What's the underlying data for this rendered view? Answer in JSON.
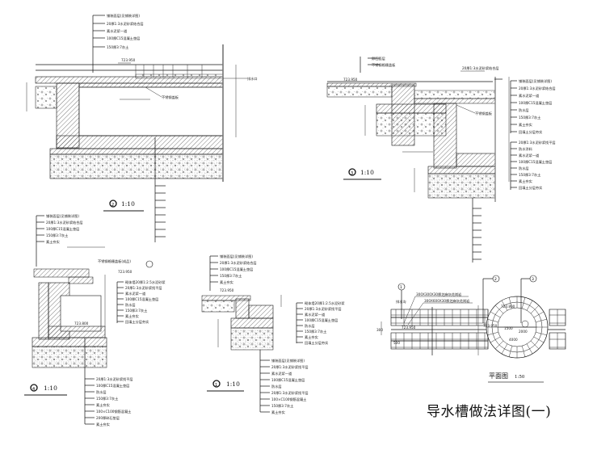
{
  "drawing_title": "导水槽做法详图(一)",
  "sections": [
    {
      "id": "section-2",
      "number": "2",
      "scale": "1:10",
      "elevation_mark": "723.950",
      "callout_top": [
        "铺装面层(见铺装详图)",
        "20厚1:3水泥砂浆结合层",
        "素水泥浆一道",
        "100厚C15混凝土垫层",
        "150厚3:7灰土"
      ],
      "side_note": "排水口",
      "drain_label": "不锈钢盖板"
    },
    {
      "id": "section-3",
      "number": "3",
      "scale": "1:10",
      "elevation_mark": "723.950",
      "callout_top": [
        "卵石面层",
        "不锈钢格栅盖板",
        "20厚1:3水泥砂浆结合层"
      ],
      "callout_right": [
        "铺装面层(见铺装详图)",
        "20厚1:3水泥砂浆结合层",
        "素水泥浆一道",
        "100厚C15混凝土垫层",
        "防水层",
        "150厚3:7灰土",
        "素土夯实",
        "回填土分层夯实"
      ],
      "callout_bottom": [
        "20厚1:3水泥砂浆找平层",
        "防水涂料",
        "素水泥浆一道",
        "100厚C15混凝土垫层",
        "防水层",
        "150厚3:7灰土",
        "素土夯实",
        "回填土分层夯实"
      ]
    },
    {
      "id": "section-4",
      "number": "4",
      "scale": "1:10",
      "elevation_mark": "723.950",
      "bottom_mark": "723.800",
      "callout_top": [
        "铺装面层(见铺装详图)",
        "20厚1:3水泥砂浆结合层",
        "100厚C15混凝土垫层",
        "150厚3:7灰土",
        "素土夯实"
      ],
      "side_note": "不锈钢格栅盖板(成品)",
      "callout_right": [
        "砌体墙20厚1:2.5水泥砂浆",
        "20厚1:3水泥砂浆找平层",
        "素水泥浆一道",
        "100厚C15混凝土垫层",
        "防水层",
        "150厚3:7灰土",
        "素土夯实",
        "回填土分层夯实"
      ],
      "callout_bottom": [
        "20厚1:3水泥砂浆找平层",
        "100厚C15混凝土垫层",
        "防水层",
        "150厚3:7灰土",
        "素土夯实",
        "100×C100钢筋混凝土",
        "200厚碎石垫层",
        "素土夯实"
      ]
    },
    {
      "id": "section-1",
      "number": "1",
      "scale": "1:10",
      "elevation_mark": "723.950",
      "callout_top": [
        "铺装面层(见铺装详图)",
        "20厚1:3水泥砂浆结合层",
        "100厚C15混凝土垫层",
        "150厚3:7灰土",
        "素土夯实"
      ],
      "callout_right": [
        "砌体墙20厚1:2.5水泥砂浆",
        "20厚1:3水泥砂浆找平层",
        "素水泥浆一道",
        "100厚C15混凝土垫层",
        "防水层",
        "150厚3:7灰土",
        "素土夯实",
        "回填土分层夯实"
      ],
      "callout_bottom": [
        "铺装面层(见铺装详图)",
        "20厚1:3水泥砂浆找平层",
        "素水泥浆一道",
        "100厚C15混凝土垫层",
        "防水层",
        "20厚1:3水泥砂浆找平层",
        "100×C100钢筋混凝土",
        "150厚3:7灰土",
        "素土夯实"
      ]
    }
  ],
  "plan": {
    "title": "平面图",
    "scale": "1:50",
    "callouts": [
      "1",
      "2",
      "3"
    ],
    "labels": [
      "排水沟",
      "300X300X30厚芝麻灰花岗岩",
      "300X600X30厚芝麻灰花岗岩",
      "723.950",
      "723.950",
      "723.800"
    ],
    "dims": [
      "300",
      "500",
      "2000",
      "4000",
      "1500"
    ]
  }
}
